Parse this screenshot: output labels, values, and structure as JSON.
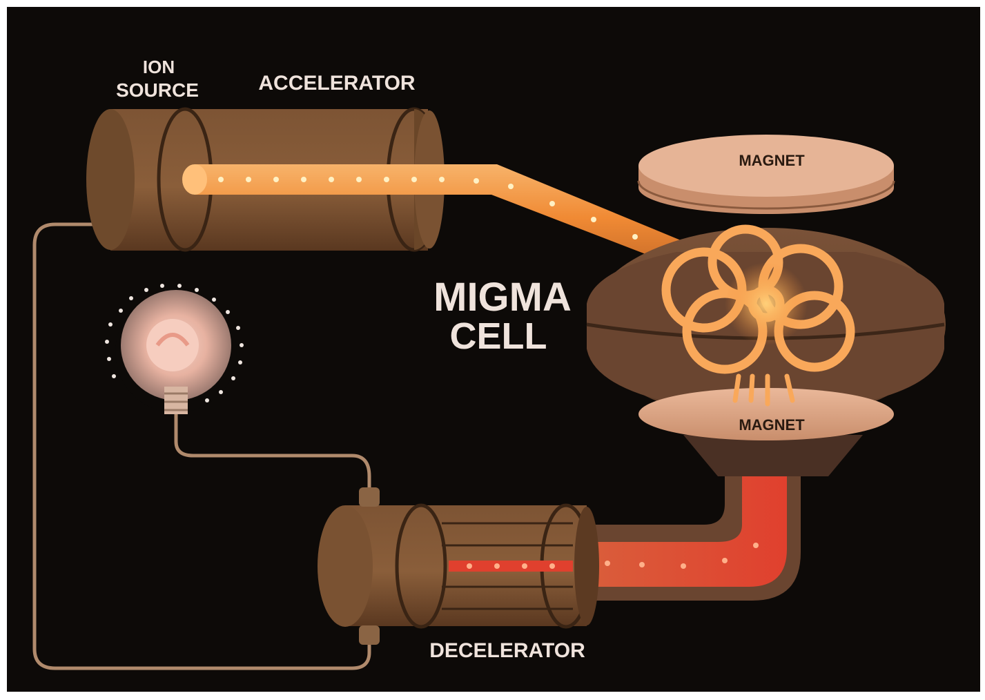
{
  "labels": {
    "ion_source_line1": "ION",
    "ion_source_line2": "SOURCE",
    "accelerator": "ACCELERATOR",
    "magnet_top": "MAGNET",
    "magnet_bottom": "MAGNET",
    "migma_line1": "MIGMA",
    "migma_line2": "CELL",
    "decelerator": "DECELERATOR"
  },
  "colors": {
    "background": "#0d0a08",
    "frame": "#ffffff",
    "cylinder": "#7a5232",
    "cylinder_dark": "#5b3a22",
    "magnet": "#e0a98a",
    "beam": "#f59a45",
    "beam_hot": "#e0483a",
    "cell_body": "#6e4a33",
    "orbit": "#f9a85a",
    "label_light": "#efe3dc",
    "label_dark": "#2a1a10",
    "wire": "#c9a98a"
  },
  "icons": {
    "bulb": "light-bulb-icon"
  }
}
